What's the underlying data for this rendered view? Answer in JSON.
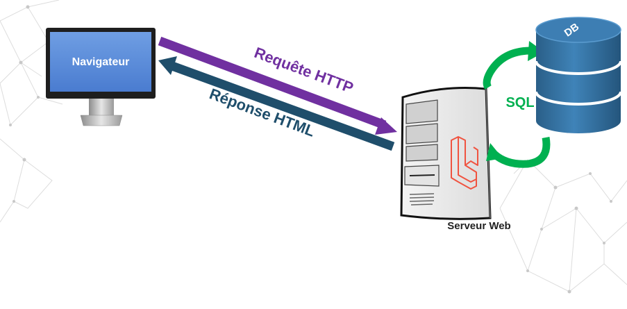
{
  "browser": {
    "label": "Navigateur"
  },
  "request": {
    "label": "Requête HTTP",
    "color": "#7030a0"
  },
  "response": {
    "label": "Réponse HTML",
    "color": "#1f4e6b"
  },
  "server": {
    "label": "Serveur Web",
    "logo_icon": "laravel-logo-icon",
    "logo_color": "#f05340"
  },
  "database": {
    "label": "DB",
    "color": "#2e6a94"
  },
  "sql": {
    "label": "SQL",
    "color": "#00b050"
  }
}
